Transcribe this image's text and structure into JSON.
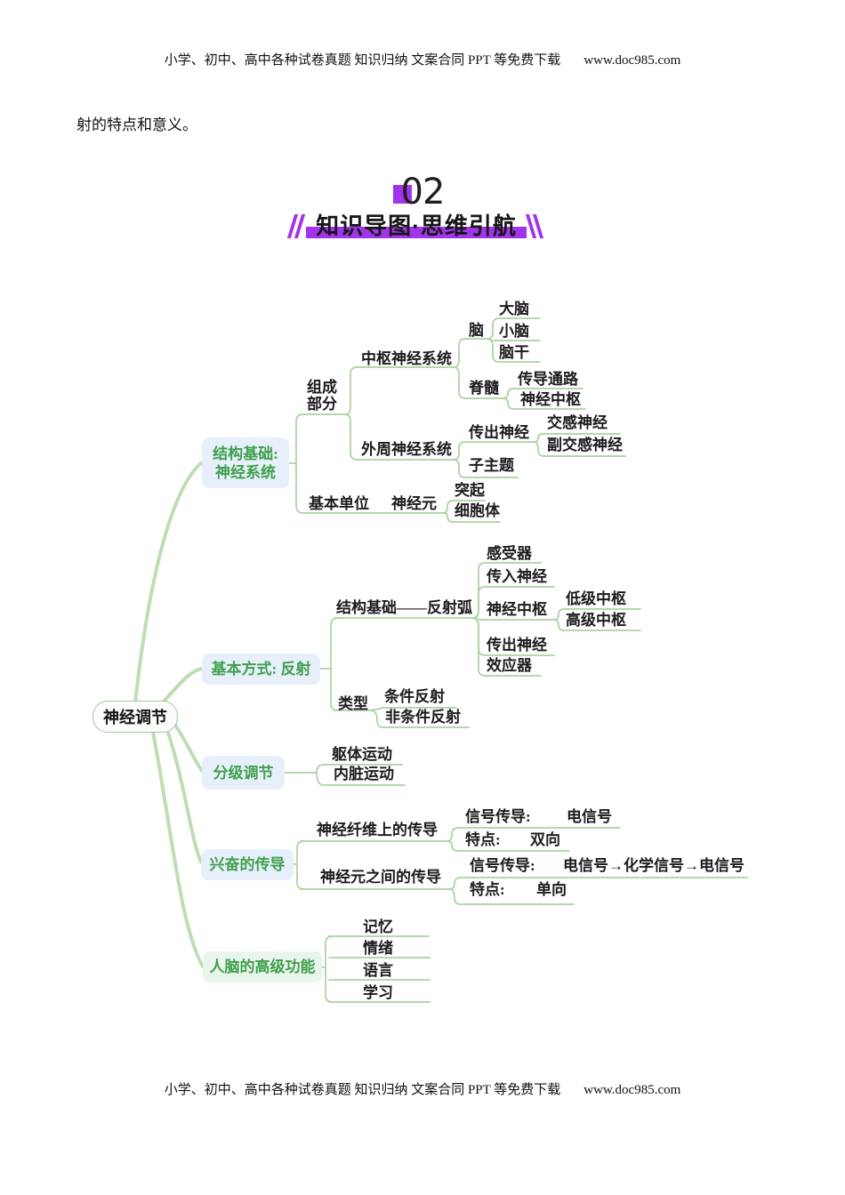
{
  "header": {
    "links_text": "小学、初中、高中各种试卷真题  知识归纳  文案合同  PPT 等免费下载",
    "url": "www.doc985.com"
  },
  "footer": {
    "links_text": "小学、初中、高中各种试卷真题  知识归纳  文案合同  PPT 等免费下载",
    "url": "www.doc985.com"
  },
  "intro_text": "射的特点和意义。",
  "section": {
    "number": "02",
    "title": "知识导图·思维引航"
  },
  "colors": {
    "accent_purple": "#a234ec",
    "branch_green": "#a9d2a0",
    "node_text_green": "#3fa04e",
    "node_bg_blue": "#e7f0fa",
    "node_bg_green": "#e9f4ec"
  },
  "mindmap": {
    "root": "神经调节",
    "structure": {
      "label": "结构基础:\n神经系统",
      "composition": "组成\n部分",
      "cns": "中枢神经系统",
      "brain": "脑",
      "cerebrum": "大脑",
      "cerebellum": "小脑",
      "brainstem": "脑干",
      "spinal": "脊髓",
      "pathway": "传导通路",
      "nerve_center": "神经中枢",
      "pns": "外周神经系统",
      "efferent": "传出神经",
      "sympathetic": "交感神经",
      "parasympathetic": "副交感神经",
      "subtopic": "子主题",
      "unit": "基本单位",
      "neuron": "神经元",
      "process": "突起",
      "soma": "细胞体"
    },
    "reflex": {
      "label": "基本方式: 反射",
      "arc": "结构基础——反射弧",
      "receptor": "感受器",
      "afferent": "传入神经",
      "nerve_center": "神经中枢",
      "low_center": "低级中枢",
      "high_center": "高级中枢",
      "efferent": "传出神经",
      "effector": "效应器",
      "type": "类型",
      "conditioned": "条件反射",
      "unconditioned": "非条件反射"
    },
    "hierarchy": {
      "label": "分级调节",
      "somatic": "躯体运动",
      "visceral": "内脏运动"
    },
    "conduction": {
      "label": "兴奋的传导",
      "fiber": "神经纤维上的传导",
      "fiber_signal_key": "信号传导:",
      "fiber_signal_val": "电信号",
      "fiber_feature_key": "特点:",
      "fiber_feature_val": "双向",
      "synapse": "神经元之间的传导",
      "synapse_signal_key": "信号传导:",
      "synapse_signal_val": "电信号→化学信号→电信号",
      "synapse_feature_key": "特点:",
      "synapse_feature_val": "单向"
    },
    "functions": {
      "label": "人脑的高级功能",
      "items": [
        "记忆",
        "情绪",
        "语言",
        "学习"
      ]
    }
  }
}
